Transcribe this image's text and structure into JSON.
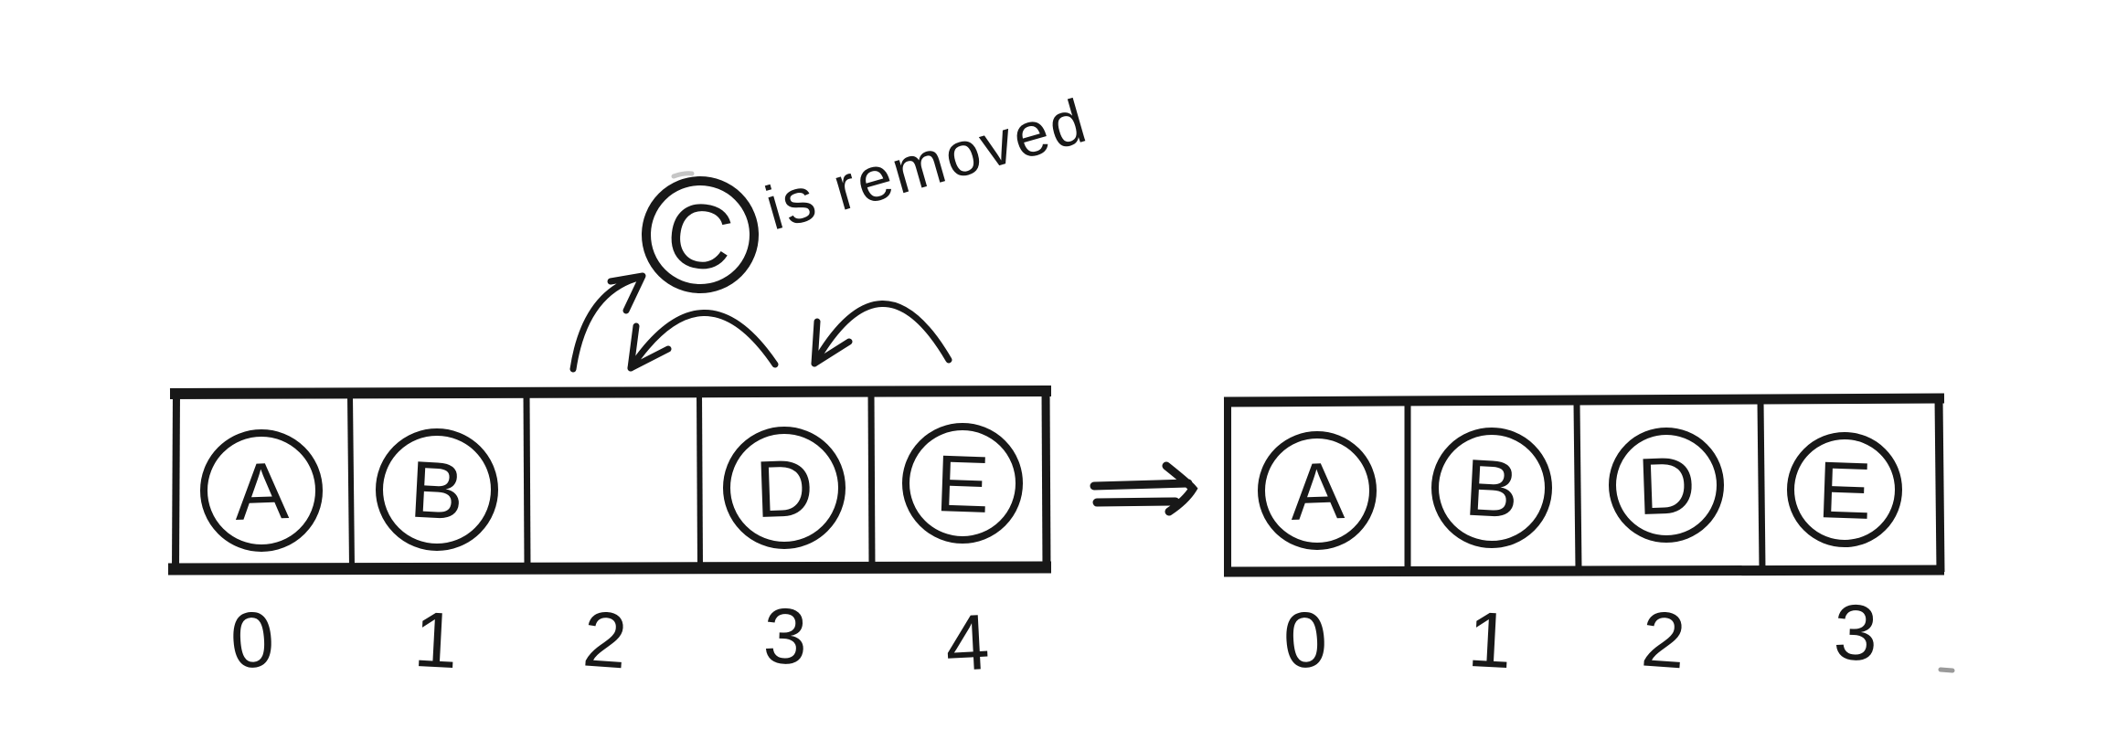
{
  "annotation": {
    "removed_value": "C",
    "label": "is removed"
  },
  "before_array": {
    "cells": [
      "A",
      "B",
      "",
      "D",
      "E"
    ],
    "indices": [
      "0",
      "1",
      "2",
      "3",
      "4"
    ]
  },
  "after_array": {
    "cells": [
      "A",
      "B",
      "D",
      "E"
    ],
    "indices": [
      "0",
      "1",
      "2",
      "3"
    ]
  },
  "colors": {
    "ink": "#181818",
    "circle_fill": "#b4b4b4",
    "background": "#ffffff"
  }
}
